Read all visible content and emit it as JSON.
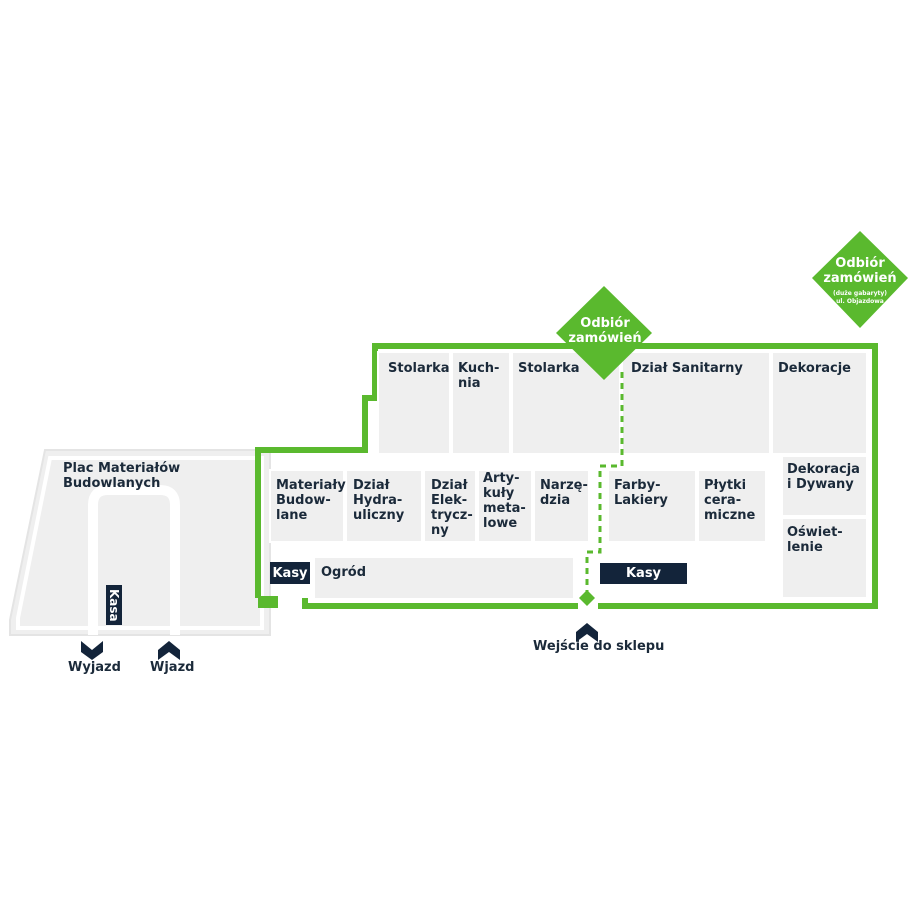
{
  "colors": {
    "green": "#5ab92e",
    "navy": "#13243a",
    "zone": "#efefef",
    "zone_border": "#ffffff"
  },
  "pickup_main": {
    "title": "Odbiór\nzamówień"
  },
  "pickup_outside": {
    "title": "Odbiór\nzamówień",
    "note": "(duże gabaryty)",
    "street": "ul. Objazdowa"
  },
  "yard": {
    "title": "Plac Materiałów\nBudowlanych",
    "cashier": "Kasa"
  },
  "zones": {
    "stolarka_1": "Stolarka",
    "kuchnia": "Kuch-\nnia",
    "stolarka_2": "Stolarka",
    "dzial_sanitarny": "Dział Sanitarny",
    "dekoracje": "Dekoracje",
    "materialy_budowlane": "Materiały\nBudow-\nlane",
    "dzial_hydrauliczny": "Dział\nHydra-\nuliczny",
    "dzial_elektryczny": "Dział\nElek-\ntrycz-\nny",
    "artykuly_metalowe": "Arty-\nkuły\nmeta-\nlowe",
    "narzedzia": "Narzę-\ndzia",
    "farby_lakiery": "Farby-\nLakiery",
    "plytki_ceramiczne": "Płytki\ncera-\nmiczne",
    "dekoracja_dywany": "Dekoracja\ni Dywany",
    "oswietlenie": "Oświet-\nlenie",
    "ogrod": "Ogród"
  },
  "checkouts": {
    "left": "Kasy",
    "right": "Kasy"
  },
  "entrances": {
    "exit": "Wyjazd",
    "enter": "Wjazd",
    "store": "Wejście do sklepu"
  }
}
